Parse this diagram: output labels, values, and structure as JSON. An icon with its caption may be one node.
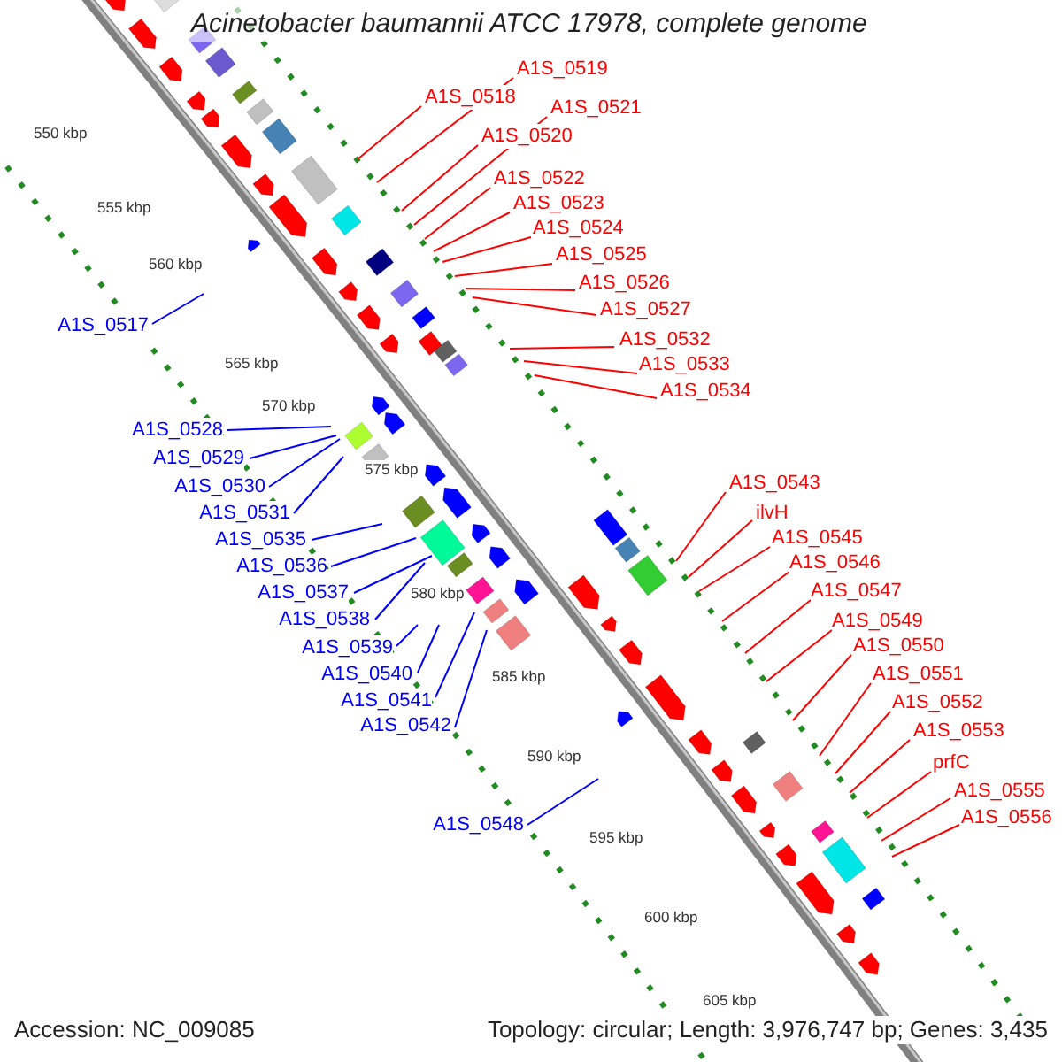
{
  "diagram": {
    "title": "Acinetobacter baumannii ATCC 17978, complete genome",
    "nodes": [
      {
        "text": [
          "A1S_0519"
        ]
      },
      {
        "text": [
          "A1S_0518"
        ]
      },
      {
        "text": [
          "A1S_0521"
        ]
      },
      {
        "text": [
          "A1S_0520"
        ]
      },
      {
        "text": [
          "A1S_0522"
        ]
      },
      {
        "text": [
          "A1S_0523"
        ]
      },
      {
        "text": [
          "A1S_0524"
        ]
      },
      {
        "text": [
          "A1S_0525"
        ]
      },
      {
        "text": [
          "A1S_0526"
        ]
      },
      {
        "text": [
          "A1S_0527"
        ]
      },
      {
        "text": [
          "A1S_0517"
        ]
      },
      {
        "text": [
          "A1S_0532"
        ]
      },
      {
        "text": [
          "A1S_0533"
        ]
      },
      {
        "text": [
          "A1S_0534"
        ]
      },
      {
        "text": [
          "A1S_0528"
        ]
      },
      {
        "text": [
          "A1S_0529"
        ]
      },
      {
        "text": [
          "A1S_0530"
        ]
      },
      {
        "text": [
          "A1S_0531"
        ]
      },
      {
        "text": [
          "A1S_0543"
        ]
      },
      {
        "text": [
          "ilvH"
        ]
      },
      {
        "text": [
          "A1S_0545"
        ]
      },
      {
        "text": [
          "A1S_0535"
        ]
      },
      {
        "text": [
          "A1S_0546"
        ]
      },
      {
        "text": [
          "A1S_0536"
        ]
      },
      {
        "text": [
          "A1S_0547"
        ]
      },
      {
        "text": [
          "A1S_0537"
        ]
      },
      {
        "text": [
          "A1S_0538"
        ]
      },
      {
        "text": [
          "A1S_0549"
        ]
      },
      {
        "text": [
          "A1S_0539"
        ]
      },
      {
        "text": [
          "A1S_0550"
        ]
      },
      {
        "text": [
          "A1S_0540"
        ]
      },
      {
        "text": [
          "A1S_0551"
        ]
      },
      {
        "text": [
          "A1S_0541"
        ]
      },
      {
        "text": [
          "A1S_0552"
        ]
      },
      {
        "text": [
          "A1S_0542"
        ]
      },
      {
        "text": [
          "A1S_0553"
        ]
      },
      {
        "text": [
          "prfC"
        ]
      },
      {
        "text": [
          "A1S_0555"
        ]
      },
      {
        "text": [
          "A1S_0556"
        ]
      },
      {
        "text": [
          "A1S_0548"
        ]
      }
    ],
    "edges": [
      {
        "from": 0,
        "to": null,
        "arrow": "none"
      },
      {
        "from": 1,
        "to": null,
        "arrow": "none"
      },
      {
        "from": 2,
        "to": null,
        "arrow": "none"
      },
      {
        "from": 3,
        "to": null,
        "arrow": "none"
      },
      {
        "from": 4,
        "to": null,
        "arrow": "none"
      },
      {
        "from": 5,
        "to": null,
        "arrow": "none"
      },
      {
        "from": 6,
        "to": null,
        "arrow": "none"
      },
      {
        "from": 7,
        "to": null,
        "arrow": "none"
      },
      {
        "from": 8,
        "to": null,
        "arrow": "none"
      },
      {
        "from": 9,
        "to": null,
        "arrow": "none"
      },
      {
        "from": 10,
        "to": null,
        "arrow": "none",
        "color": "#0000ff"
      },
      {
        "from": 11,
        "to": null,
        "arrow": "none"
      },
      {
        "from": 12,
        "to": null,
        "arrow": "none"
      },
      {
        "from": 13,
        "to": null,
        "arrow": "none"
      },
      {
        "from": 14,
        "to": null,
        "arrow": "none",
        "color": "#0000ff"
      },
      {
        "from": 15,
        "to": null,
        "arrow": "none",
        "color": "#0000ff"
      },
      {
        "from": 16,
        "to": null,
        "arrow": "none",
        "color": "#0000ff"
      },
      {
        "from": 17,
        "to": null,
        "arrow": "none",
        "color": "#0000ff"
      },
      {
        "from": 18,
        "to": null,
        "arrow": "none"
      },
      {
        "from": 19,
        "to": null,
        "arrow": "none"
      },
      {
        "from": 20,
        "to": null,
        "arrow": "none"
      },
      {
        "from": 21,
        "to": null,
        "arrow": "none",
        "color": "#0000ff"
      },
      {
        "from": 22,
        "to": null,
        "arrow": "none"
      },
      {
        "from": 23,
        "to": null,
        "arrow": "none",
        "color": "#0000ff"
      },
      {
        "from": 24,
        "to": null,
        "arrow": "none"
      },
      {
        "from": 25,
        "to": null,
        "arrow": "none",
        "color": "#0000ff"
      },
      {
        "from": 26,
        "to": null,
        "arrow": "none",
        "color": "#0000ff"
      },
      {
        "from": 27,
        "to": null,
        "arrow": "none"
      },
      {
        "from": 28,
        "to": null,
        "arrow": "none",
        "color": "#0000ff"
      },
      {
        "from": 29,
        "to": null,
        "arrow": "none"
      },
      {
        "from": 30,
        "to": null,
        "arrow": "none",
        "color": "#0000ff"
      },
      {
        "from": 31,
        "to": null,
        "arrow": "none"
      },
      {
        "from": 32,
        "to": null,
        "arrow": "none",
        "color": "#0000ff"
      },
      {
        "from": 33,
        "to": null,
        "arrow": "none"
      },
      {
        "from": 34,
        "to": null,
        "arrow": "none",
        "color": "#0000ff"
      },
      {
        "from": 35,
        "to": null,
        "arrow": "none"
      },
      {
        "from": 36,
        "to": null,
        "arrow": "none"
      },
      {
        "from": 37,
        "to": null,
        "arrow": "none"
      },
      {
        "from": 38,
        "to": null,
        "arrow": "none"
      },
      {
        "from": 39,
        "to": null,
        "arrow": "none",
        "color": "#0000ff"
      }
    ],
    "labels": [
      "550 kbp",
      "555 kbp",
      "560 kbp",
      "565 kbp",
      "570 kbp",
      "575 kbp",
      "580 kbp",
      "585 kbp",
      "590 kbp",
      "595 kbp",
      "600 kbp",
      "605 kbp",
      "Accession: NC_009085",
      "Topology: circular; Length: 3,976,747 bp; Genes: 3,435"
    ]
  }
}
